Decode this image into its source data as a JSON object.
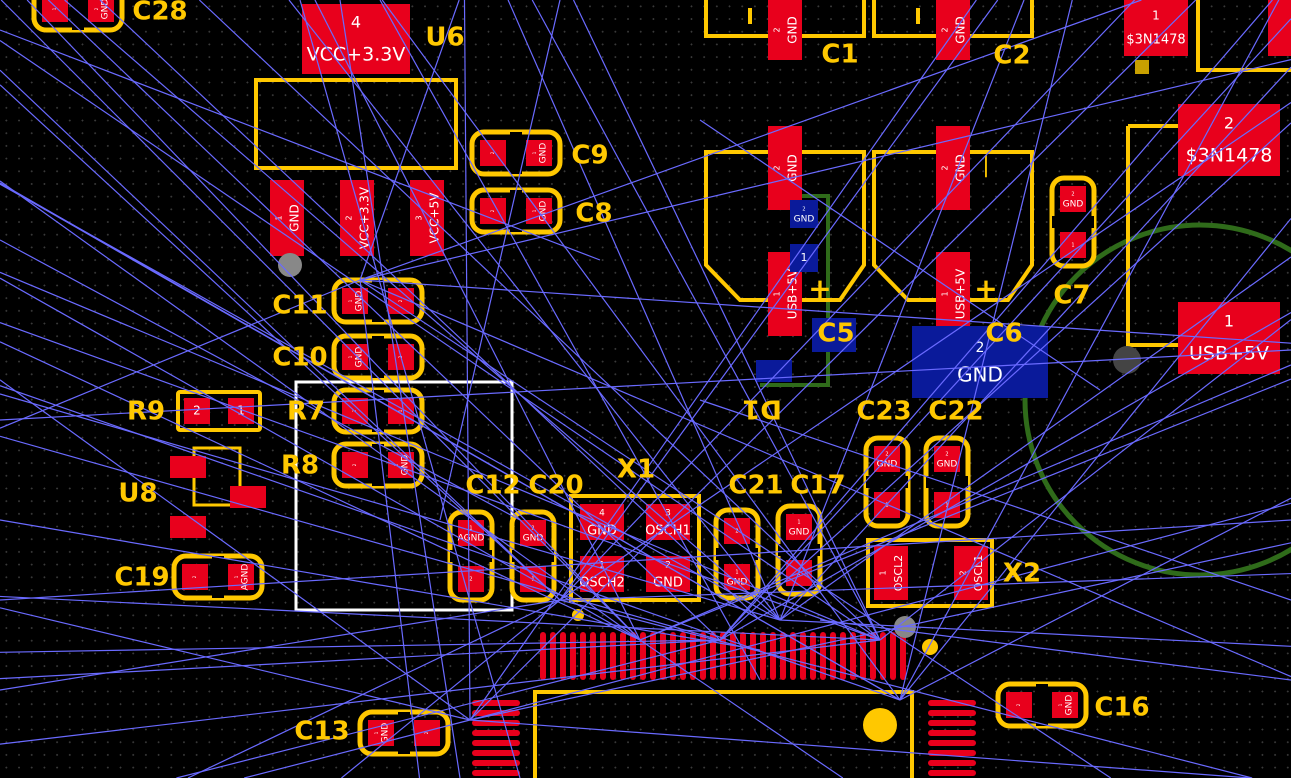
{
  "view": {
    "name": "PCB layout view",
    "grid": "dot grid"
  },
  "colors": {
    "background": "#000000",
    "silkscreen": "#ffc800",
    "pad_front": "#e8001c",
    "pad_back": "#0a1a9a",
    "ratsnest": "#6a6aff",
    "courtyard": "#2f6b1a",
    "selection": "#ffffff"
  },
  "components": [
    {
      "ref": "C28"
    },
    {
      "ref": "U6"
    },
    {
      "ref": "C1"
    },
    {
      "ref": "C2"
    },
    {
      "ref": "C9"
    },
    {
      "ref": "C8"
    },
    {
      "ref": "C11"
    },
    {
      "ref": "C10"
    },
    {
      "ref": "R9"
    },
    {
      "ref": "R7"
    },
    {
      "ref": "R8"
    },
    {
      "ref": "U8"
    },
    {
      "ref": "C19"
    },
    {
      "ref": "C12"
    },
    {
      "ref": "C20"
    },
    {
      "ref": "X1"
    },
    {
      "ref": "C21"
    },
    {
      "ref": "C17"
    },
    {
      "ref": "C23"
    },
    {
      "ref": "C22"
    },
    {
      "ref": "X2"
    },
    {
      "ref": "C5"
    },
    {
      "ref": "C6"
    },
    {
      "ref": "C7"
    },
    {
      "ref": "D1"
    },
    {
      "ref": "C13"
    },
    {
      "ref": "C16"
    }
  ],
  "nets": [
    "GND",
    "VCC+3.3V",
    "VCC+5V",
    "$3N1478",
    "USB+5V",
    "AGND",
    "OSCH1",
    "OSCH2",
    "OSCL1",
    "OSCL2"
  ],
  "pad_numbers": [
    "1",
    "2",
    "3",
    "4"
  ]
}
